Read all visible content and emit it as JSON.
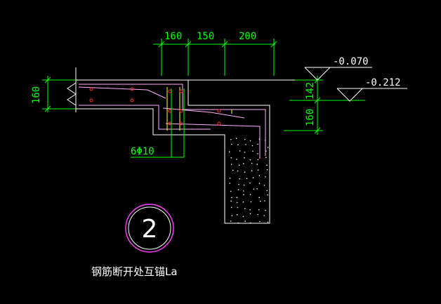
{
  "dimensions": {
    "top": [
      "160",
      "150",
      "200"
    ],
    "left": "160",
    "right_upper": "142",
    "right_lower": "160"
  },
  "levels": [
    "-0.070",
    "-0.212"
  ],
  "rebar_label": "6Φ10",
  "detail_number": "2",
  "caption": "钢筋断开处互锚La",
  "colors": {
    "background": "#000000",
    "dimension": "#00ff00",
    "concrete_outline": "#ffffff",
    "rebar_main": "#ffb0ff",
    "rebar_bent": "#ffff40",
    "rebar_dot": "#ff3030",
    "hatch": "#ffffff",
    "circle": "#ff40ff"
  }
}
